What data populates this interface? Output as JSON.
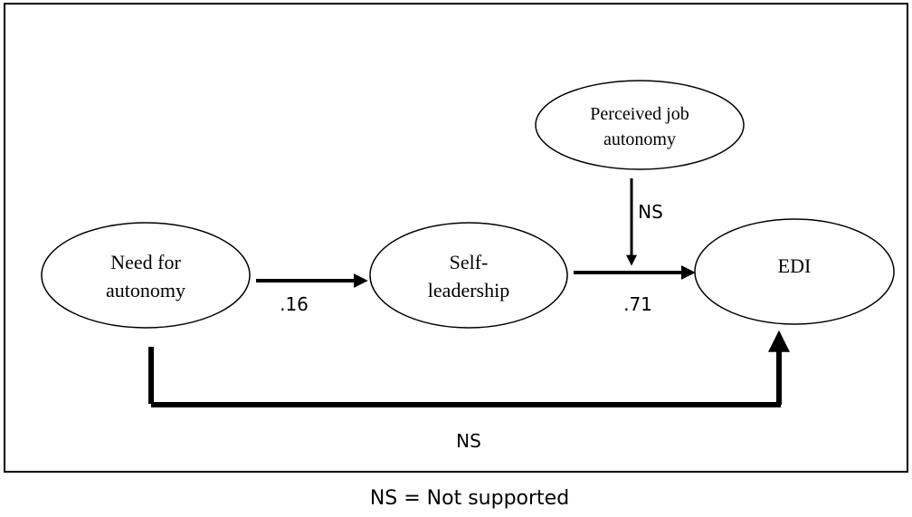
{
  "diagram": {
    "nodes": {
      "need_for_autonomy": {
        "line1": "Need for",
        "line2": "autonomy"
      },
      "self_leadership": {
        "line1": "Self-",
        "line2": "leadership"
      },
      "perceived_job_autonomy": {
        "line1": "Perceived job",
        "line2": "autonomy"
      },
      "edi": {
        "label": "EDI"
      }
    },
    "edges": {
      "need_to_self": {
        "label": ".16"
      },
      "self_to_edi": {
        "label": ".71"
      },
      "perceived_to_path": {
        "label": "NS"
      },
      "need_to_edi_direct": {
        "label": "NS"
      }
    },
    "caption": "NS = Not supported",
    "colors": {
      "stroke": "#000000",
      "background": "#ffffff"
    }
  }
}
